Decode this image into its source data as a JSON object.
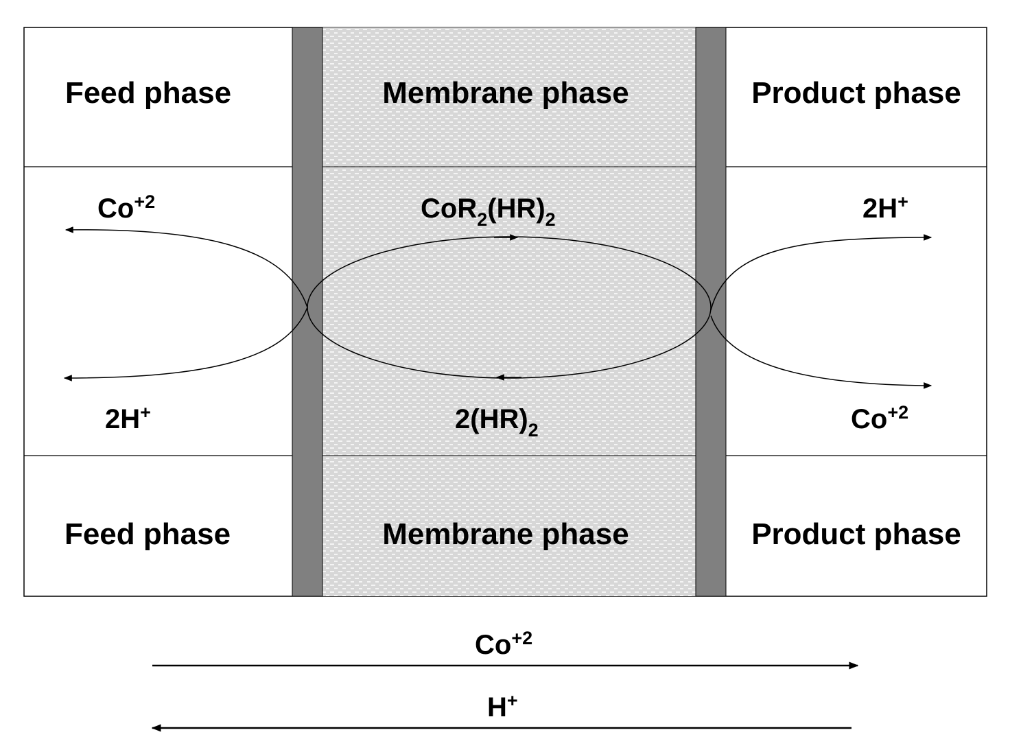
{
  "phases": {
    "top": {
      "feed": "Feed phase",
      "membrane": "Membrane phase",
      "product": "Product phase"
    },
    "bottom": {
      "feed": "Feed phase",
      "membrane": "Membrane phase",
      "product": "Product phase"
    }
  },
  "feed_side": {
    "cobalt": {
      "base": "Co",
      "sup": "+2"
    },
    "proton": {
      "base": "2H",
      "sup": "+"
    }
  },
  "membrane_side": {
    "complex": {
      "p1": "CoR",
      "s1": "2",
      "p2": "(HR)",
      "s2": "2"
    },
    "carrier": {
      "p1": "2(HR)",
      "s1": "2"
    }
  },
  "product_side": {
    "proton": {
      "base": "2H",
      "sup": "+"
    },
    "cobalt": {
      "base": "Co",
      "sup": "+2"
    }
  },
  "net_flux": {
    "cobalt": {
      "base": "Co",
      "sup": "+2",
      "direction": "feed-to-product"
    },
    "proton": {
      "base": "H",
      "sup": "+",
      "direction": "product-to-feed"
    }
  },
  "colors": {
    "interface_band": "#808080",
    "membrane_fill": "#d7d7d7",
    "membrane_dash": "#f4f4f4",
    "line": "#000000",
    "background": "#ffffff"
  }
}
